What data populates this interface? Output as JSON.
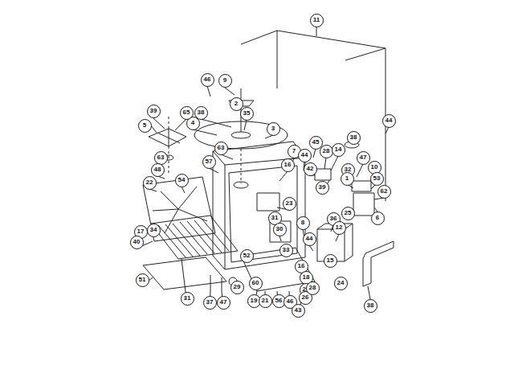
{
  "diagram": {
    "labels": [
      "46",
      "9",
      "2",
      "38",
      "35",
      "4",
      "3",
      "11",
      "44",
      "39",
      "65",
      "5",
      "38",
      "47",
      "32",
      "10",
      "1",
      "53",
      "62",
      "6",
      "63",
      "48",
      "28",
      "14",
      "45",
      "7",
      "44",
      "42",
      "16",
      "63",
      "57",
      "22",
      "54",
      "39",
      "23",
      "25",
      "36",
      "34",
      "17",
      "31",
      "30",
      "33",
      "8",
      "12",
      "44",
      "40",
      "52",
      "15",
      "16",
      "18",
      "27",
      "24",
      "51",
      "29",
      "31",
      "37",
      "47",
      "60",
      "19",
      "21",
      "56",
      "46",
      "43",
      "26",
      "28",
      "38"
    ]
  }
}
